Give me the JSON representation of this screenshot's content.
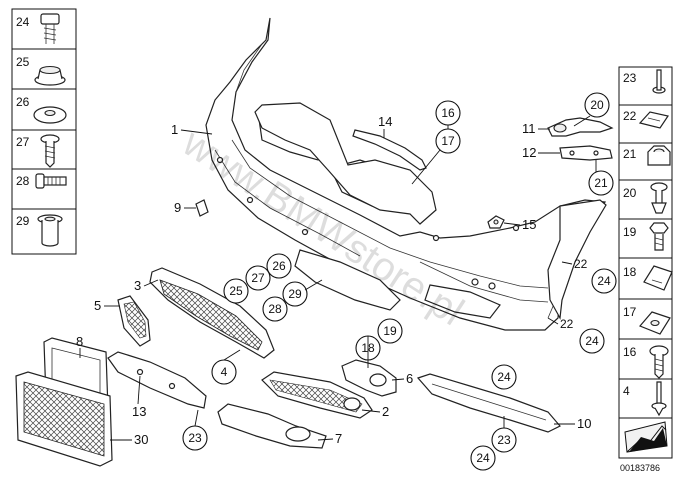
{
  "diagram": {
    "watermark": "www.BMWstore.pl",
    "reference_number": "00183786",
    "part_labels": [
      "1",
      "2",
      "3",
      "4",
      "5",
      "6",
      "7",
      "8",
      "9",
      "10",
      "11",
      "12",
      "13",
      "14",
      "15",
      "30"
    ],
    "callout_labels": [
      "16",
      "17",
      "18",
      "19",
      "20",
      "21",
      "22",
      "22",
      "23",
      "23",
      "24",
      "24",
      "24",
      "24",
      "25",
      "26",
      "27",
      "28",
      "29",
      "4"
    ],
    "left_column": [
      "24",
      "25",
      "26",
      "27",
      "28",
      "29"
    ],
    "right_column": [
      "23",
      "22",
      "21",
      "20",
      "19",
      "18",
      "17",
      "16",
      "4"
    ]
  }
}
